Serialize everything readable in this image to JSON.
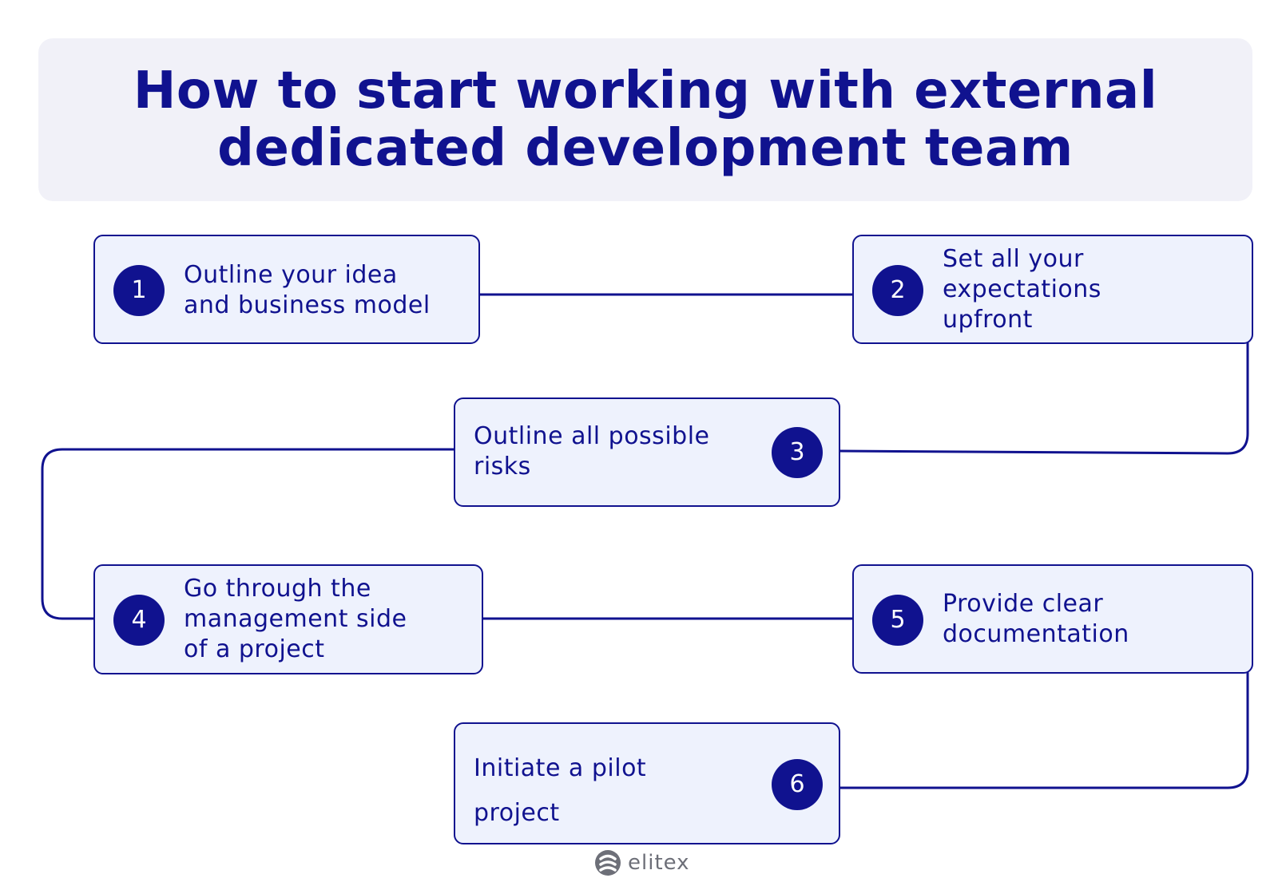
{
  "title": {
    "line1": "How to start working with external",
    "line2": "dedicated development team"
  },
  "steps": [
    {
      "number": "1",
      "lines": [
        "Outline your idea",
        "and business model"
      ]
    },
    {
      "number": "2",
      "lines": [
        "Set all your",
        "expectations",
        "upfront"
      ]
    },
    {
      "number": "3",
      "lines": [
        "Outline all possible",
        "risks"
      ]
    },
    {
      "number": "4",
      "lines": [
        "Go through the",
        "management side",
        "of a project"
      ]
    },
    {
      "number": "5",
      "lines": [
        "Provide clear",
        "documentation"
      ]
    },
    {
      "number": "6",
      "lines": [
        "Initiate a pilot",
        "project"
      ]
    }
  ],
  "logo": {
    "text": "elitex",
    "icon": "elitex-logo-icon"
  },
  "colors": {
    "primary": "#10128f",
    "card_background": "#eef2fd",
    "title_background": "#f1f1f8",
    "logo_text": "#6d6f78"
  }
}
